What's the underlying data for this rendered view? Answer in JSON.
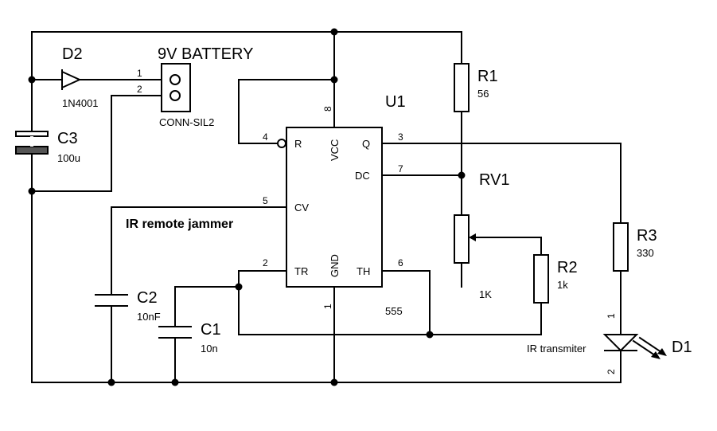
{
  "title": "IR remote jammer",
  "battery": {
    "label": "9V BATTERY",
    "pin1": "1",
    "pin2": "2",
    "connector": "CONN-SIL2"
  },
  "d2": {
    "ref": "D2",
    "value": "1N4001"
  },
  "c3": {
    "ref": "C3",
    "value": "100u"
  },
  "c2": {
    "ref": "C2",
    "value": "10nF"
  },
  "c1": {
    "ref": "C1",
    "value": "10n"
  },
  "r1": {
    "ref": "R1",
    "value": "56"
  },
  "r2": {
    "ref": "R2",
    "value": "1k"
  },
  "r3": {
    "ref": "R3",
    "value": "330"
  },
  "rv1": {
    "ref": "RV1",
    "value": "1K"
  },
  "d1": {
    "ref": "D1",
    "value": "IR transmiter",
    "pin1": "1",
    "pin2": "2"
  },
  "u1": {
    "ref": "U1",
    "part": "555",
    "pins": {
      "r": "R",
      "vcc": "VCC",
      "q": "Q",
      "dc": "DC",
      "cv": "CV",
      "tr": "TR",
      "gnd": "GND",
      "th": "TH"
    },
    "pin_numbers": {
      "r": "4",
      "vcc": "8",
      "q": "3",
      "dc": "7",
      "cv": "5",
      "tr": "2",
      "gnd": "1",
      "th": "6"
    }
  }
}
